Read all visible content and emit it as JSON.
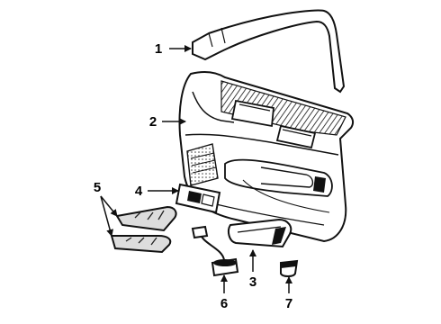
{
  "callouts": {
    "c1": "1",
    "c2": "2",
    "c3": "3",
    "c4": "4",
    "c5": "5",
    "c6": "6",
    "c7": "7"
  },
  "parts": {
    "p1": "trim-molding",
    "p2": "door-trim-panel",
    "p3": "armrest",
    "p4": "switch-bezel",
    "p5": "trim-inserts",
    "p6": "courtesy-lamp-socket",
    "p7": "lamp-lens"
  },
  "colors": {
    "ink": "#111111",
    "background": "#ffffff"
  }
}
